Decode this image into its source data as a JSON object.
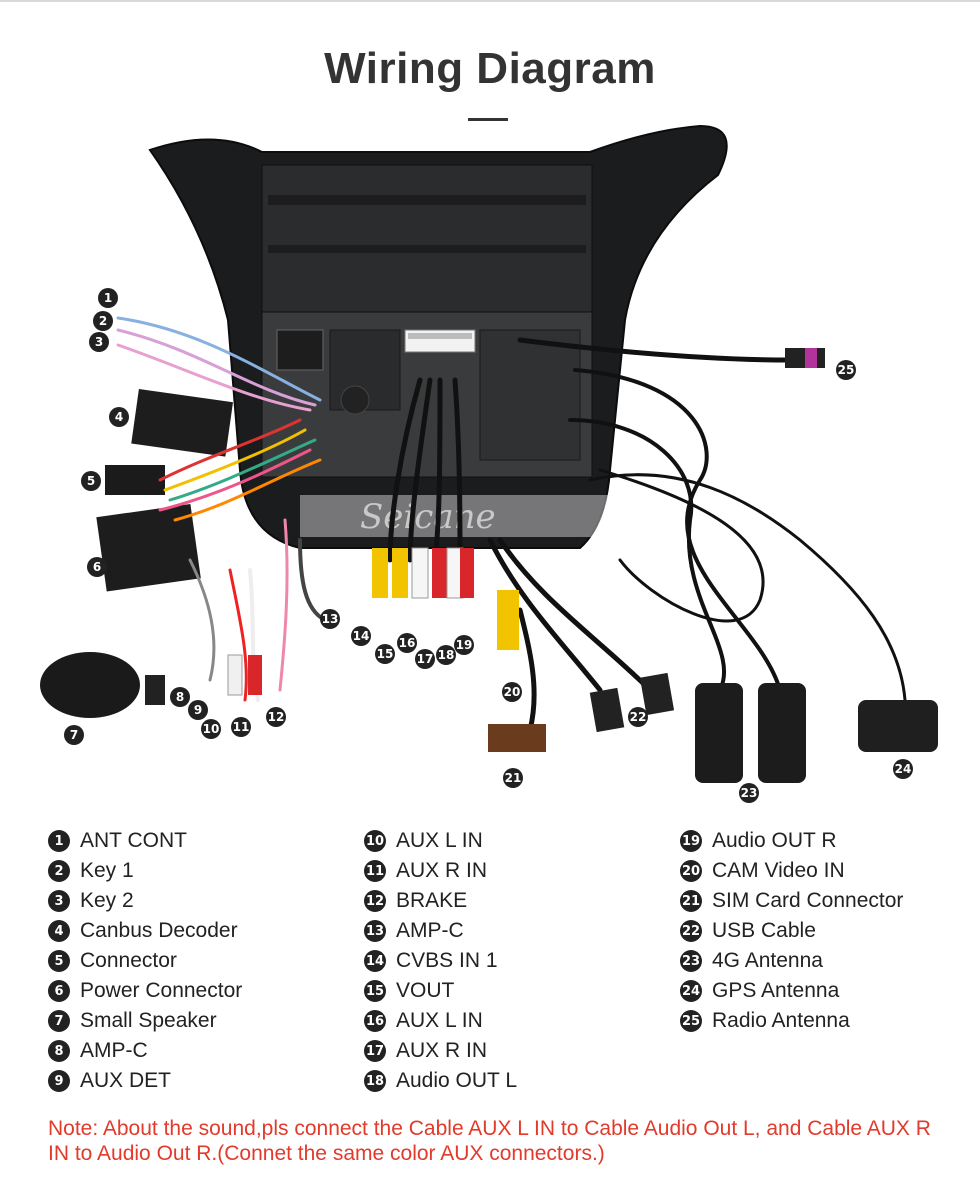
{
  "title": "Wiring Diagram",
  "watermark": "Seicane",
  "callouts": [
    "1",
    "2",
    "3",
    "4",
    "5",
    "6",
    "7",
    "8",
    "9",
    "10",
    "11",
    "12",
    "13",
    "14",
    "15",
    "16",
    "17",
    "18",
    "19",
    "20",
    "21",
    "22",
    "23",
    "24",
    "25"
  ],
  "legend": {
    "col1": [
      {
        "num": "1",
        "label": "ANT CONT"
      },
      {
        "num": "2",
        "label": "Key 1"
      },
      {
        "num": "3",
        "label": "Key 2"
      },
      {
        "num": "4",
        "label": "Canbus Decoder"
      },
      {
        "num": "5",
        "label": "Connector"
      },
      {
        "num": "6",
        "label": "Power Connector"
      },
      {
        "num": "7",
        "label": "Small Speaker"
      },
      {
        "num": "8",
        "label": "AMP-C"
      },
      {
        "num": "9",
        "label": "AUX DET"
      }
    ],
    "col2": [
      {
        "num": "10",
        "label": "AUX L IN"
      },
      {
        "num": "11",
        "label": "AUX R IN"
      },
      {
        "num": "12",
        "label": "BRAKE"
      },
      {
        "num": "13",
        "label": "AMP-C"
      },
      {
        "num": "14",
        "label": "CVBS IN 1"
      },
      {
        "num": "15",
        "label": "VOUT"
      },
      {
        "num": "16",
        "label": "AUX L IN"
      },
      {
        "num": "17",
        "label": "AUX R IN"
      },
      {
        "num": "18",
        "label": "Audio OUT L"
      }
    ],
    "col3": [
      {
        "num": "19",
        "label": "Audio OUT R"
      },
      {
        "num": "20",
        "label": "CAM Video IN"
      },
      {
        "num": "21",
        "label": "SIM Card Connector"
      },
      {
        "num": "22",
        "label": "USB Cable"
      },
      {
        "num": "23",
        "label": "4G Antenna"
      },
      {
        "num": "24",
        "label": "GPS Antenna"
      },
      {
        "num": "25",
        "label": "Radio Antenna"
      }
    ]
  },
  "note": "Note: About the sound,pls connect the Cable AUX L IN to Cable Audio Out L, and Cable AUX R IN to  Audio Out R.(Connet the same color AUX connectors.)"
}
